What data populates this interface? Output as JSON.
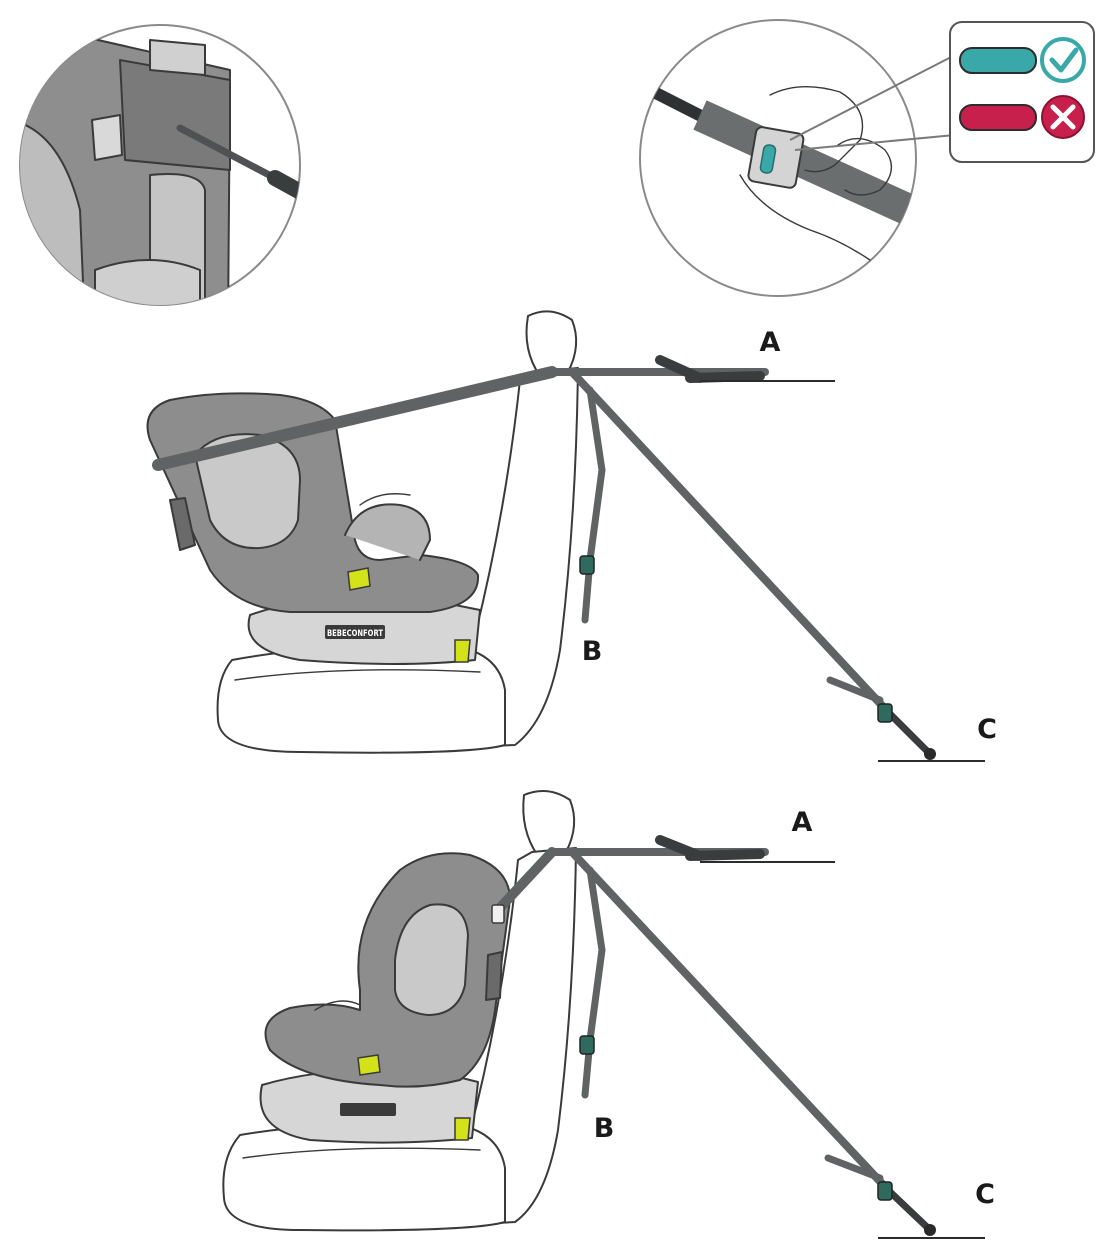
{
  "colors": {
    "strap": "#5f6363",
    "shell": "#8d8d8d",
    "shell_light": "#c9c9c9",
    "base": "#d6d6d6",
    "indicator_green": "#d4e21a",
    "indicator_ok": "#3aa8a8",
    "indicator_bad": "#c8204d",
    "outline": "#3a3a3a"
  },
  "icons": {
    "ok": "check-circle-icon",
    "bad": "x-circle-icon"
  },
  "labels": {
    "top": {
      "a": "A",
      "b": "B",
      "c": "C"
    },
    "bottom": {
      "a": "A",
      "b": "B",
      "c": "C"
    }
  },
  "base_badge": "BEBECONFORT"
}
